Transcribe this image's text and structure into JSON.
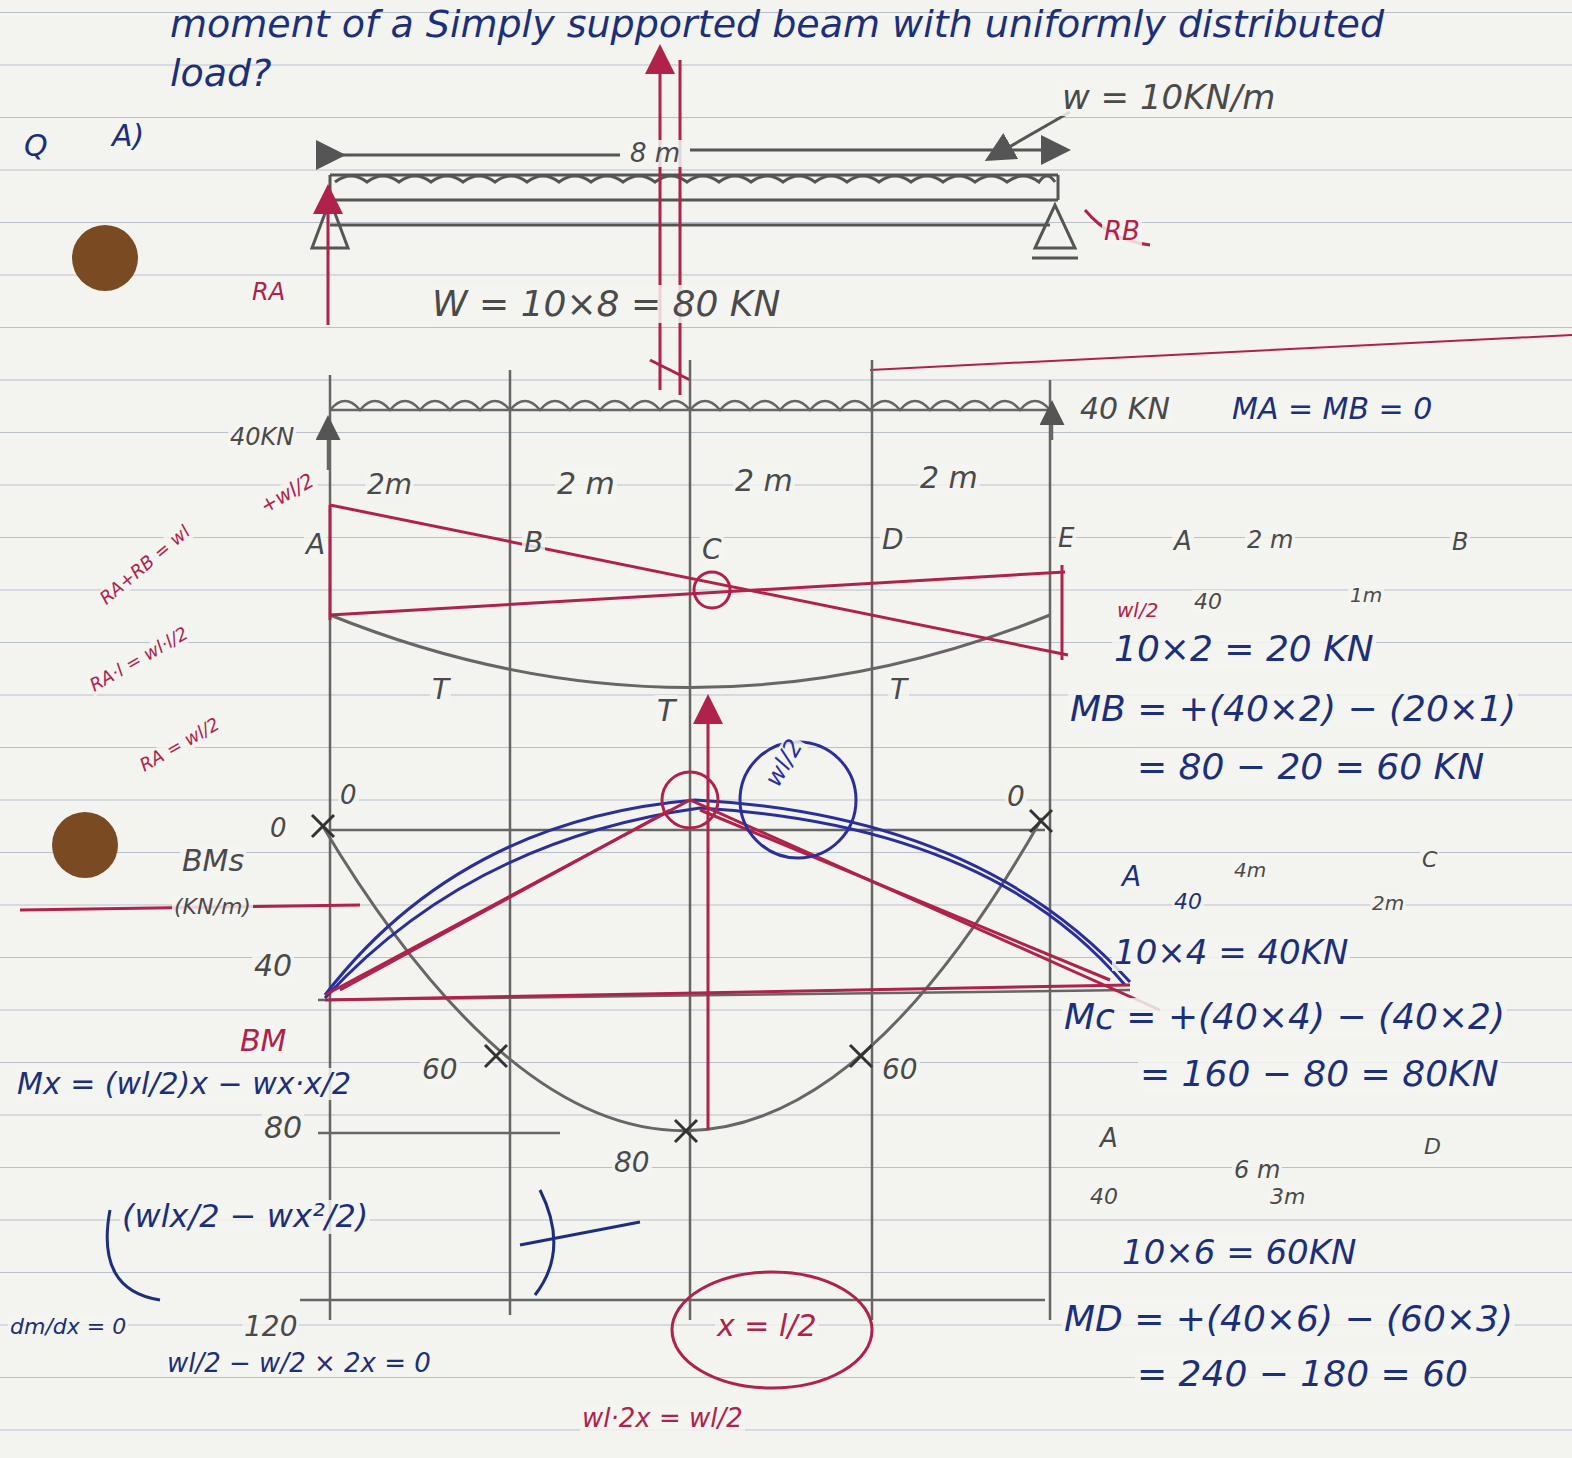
{
  "diagram": {
    "title": "moment of a Simply supported beam with uniformly distributed load?",
    "labels": [
      "Q",
      "A)",
      "w = 10KN/m",
      "8 m",
      "RA",
      "RB",
      "W = 10×8 = 80 KN",
      "40KN",
      "40 KN",
      "MA = MB = 0",
      "2m",
      "2 m",
      "2 m",
      "2 m",
      "A",
      "B",
      "C",
      "D",
      "E",
      "T",
      "T",
      "T",
      "A",
      "2 m",
      "B",
      "40",
      "1m",
      "10×2 = 20 KN",
      "MB = +(40×2) − (20×1)",
      "= 80 − 20 = 60 KN",
      "A",
      "4m",
      "C",
      "40",
      "2m",
      "10×4 = 40KN",
      "Mc = +(40×4) − (40×2)",
      "= 160 − 80 = 80KN",
      "A",
      "D",
      "40",
      "6 m",
      "3m",
      "10×6 = 60KN",
      "MD = +(40×6) − (60×3)",
      "= 240 − 180 = 60",
      "0",
      "0",
      "0",
      "BMs",
      "(KN/m)",
      "40",
      "BM",
      "60",
      "60",
      "80",
      "80",
      "120",
      "Mx = (wl/2)x − wx·x/2",
      "(wlx/2 − wx²/2)",
      "dm/dx = 0",
      "wl/2 − w/2 × 2x = 0",
      "x = l/2",
      "wl·2x = wl/2",
      "+wl/2",
      "RA+RB = wl",
      "RA·l = wl·l/2",
      "RA = wl/2",
      "wl/2",
      "wl/2"
    ]
  }
}
